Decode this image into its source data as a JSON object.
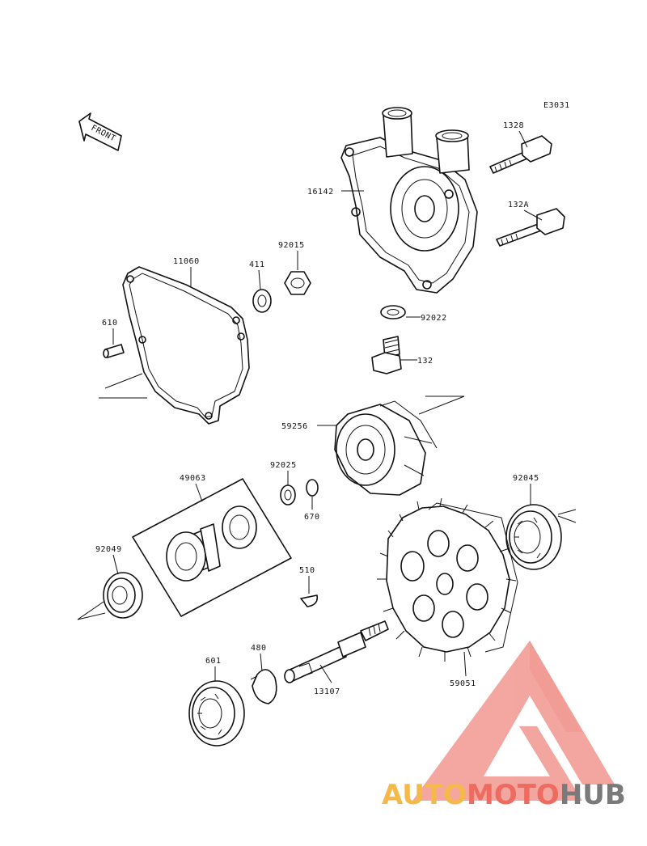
{
  "diagram": {
    "ref_code": "E3031",
    "front_label": "FRONT",
    "parts": {
      "p16142": "16142",
      "p1328": "1328",
      "p132A": "132A",
      "p92015": "92015",
      "p411": "411",
      "p11060": "11060",
      "p610": "610",
      "p92022": "92022",
      "p132": "132",
      "p59256": "59256",
      "p92025": "92025",
      "p670": "670",
      "p49063": "49063",
      "p92045": "92045",
      "p92049": "92049",
      "p510": "510",
      "p480": "480",
      "p601": "601",
      "p13107": "13107",
      "p59051": "59051"
    }
  },
  "watermark": {
    "brand_part1": "AUTO",
    "brand_part2": "MOTO",
    "brand_part3": "HUB",
    "colors": {
      "auto": "#f5b94a",
      "moto": "#ee6b5f",
      "hub": "#7a7a7a",
      "logo": "#f08a84"
    }
  }
}
